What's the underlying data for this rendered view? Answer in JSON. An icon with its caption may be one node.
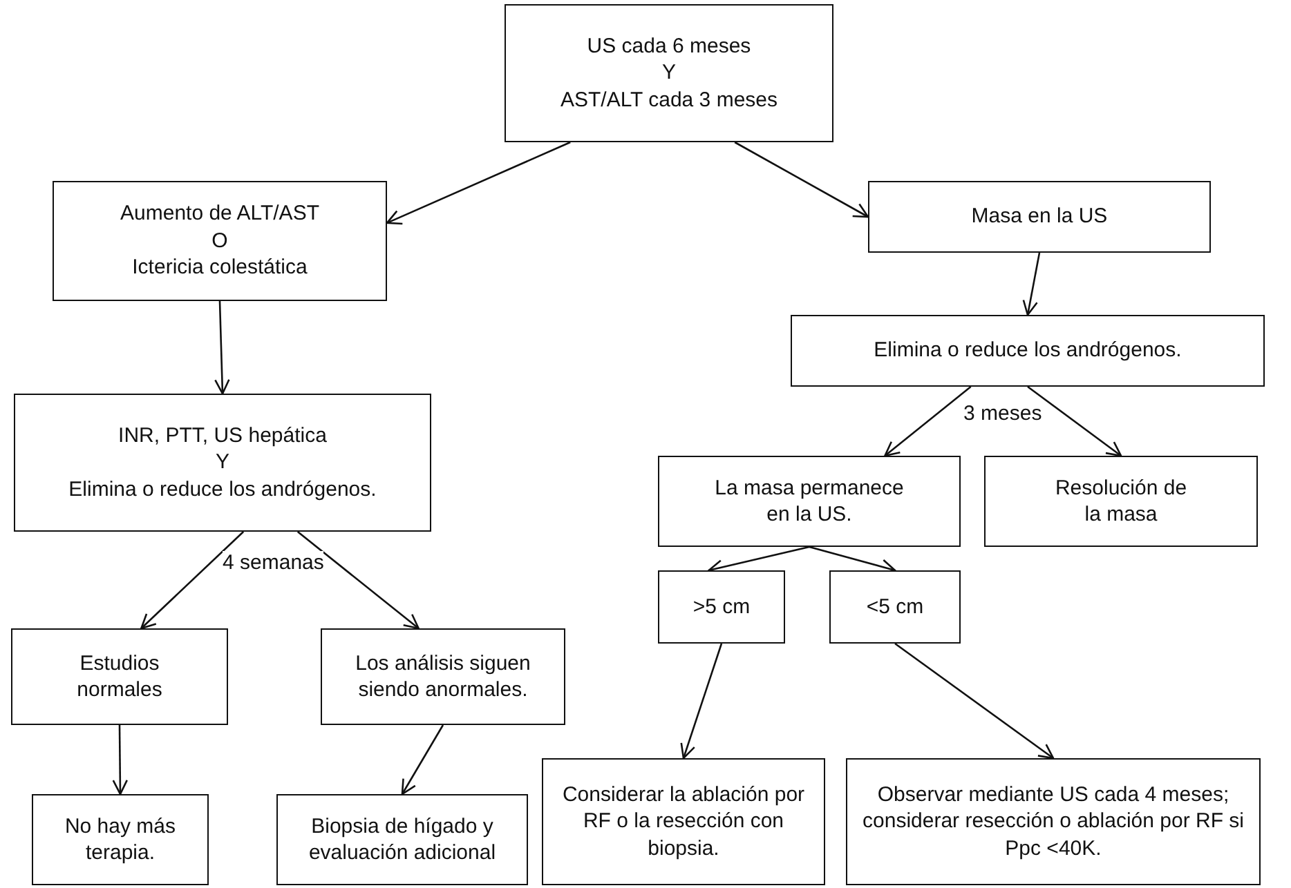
{
  "diagram": {
    "nodes": [
      {
        "text": [
          "US cada 6 meses",
          "Y",
          "AST/ALT cada 3 meses"
        ]
      },
      {
        "text": [
          "Aumento de ALT/AST",
          "O",
          "Ictericia colestática"
        ]
      },
      {
        "text": [
          "Masa en la US"
        ]
      },
      {
        "text": [
          "INR, PTT, US hepática",
          "Y",
          "Elimina o reduce los andrógenos."
        ]
      },
      {
        "text": [
          "Elimina o reduce los andrógenos."
        ]
      },
      {
        "text": [
          "La masa permanece en la US."
        ]
      },
      {
        "text": [
          "Resolución de la masa"
        ]
      },
      {
        "text": [
          "Estudios normales"
        ]
      },
      {
        "text": [
          "Los análisis siguen siendo anormales."
        ]
      },
      {
        "text": [
          ">5 cm"
        ]
      },
      {
        "text": [
          "<5 cm"
        ]
      },
      {
        "text": [
          "No hay más terapia."
        ]
      },
      {
        "text": [
          "Biopsia de hígado y evaluación adicional"
        ]
      },
      {
        "text": [
          "Considerar la ablación por RF o la resección con biopsia."
        ]
      },
      {
        "text": [
          "Observar mediante US cada 4 meses; considerar resección o ablación por RF si Ppc <40K."
        ]
      }
    ],
    "edges": [
      {
        "from": 0,
        "to": 1,
        "arrow": "to"
      },
      {
        "from": 0,
        "to": 2,
        "arrow": "to"
      },
      {
        "from": 1,
        "to": 3,
        "arrow": "to"
      },
      {
        "from": 2,
        "to": 4,
        "arrow": "to"
      },
      {
        "from": 4,
        "to": 5,
        "arrow": "to"
      },
      {
        "from": 4,
        "to": 6,
        "arrow": "to"
      },
      {
        "from": 3,
        "to": 7,
        "arrow": "to"
      },
      {
        "from": 3,
        "to": 8,
        "arrow": "to"
      },
      {
        "from": 5,
        "to": 9,
        "arrow": "to"
      },
      {
        "from": 5,
        "to": 10,
        "arrow": "to"
      },
      {
        "from": 7,
        "to": 11,
        "arrow": "to"
      },
      {
        "from": 8,
        "to": 12,
        "arrow": "to"
      },
      {
        "from": 9,
        "to": 13,
        "arrow": "to"
      },
      {
        "from": 10,
        "to": 14,
        "arrow": "to"
      }
    ],
    "labels": [
      "3 meses",
      "4 semanas"
    ]
  }
}
